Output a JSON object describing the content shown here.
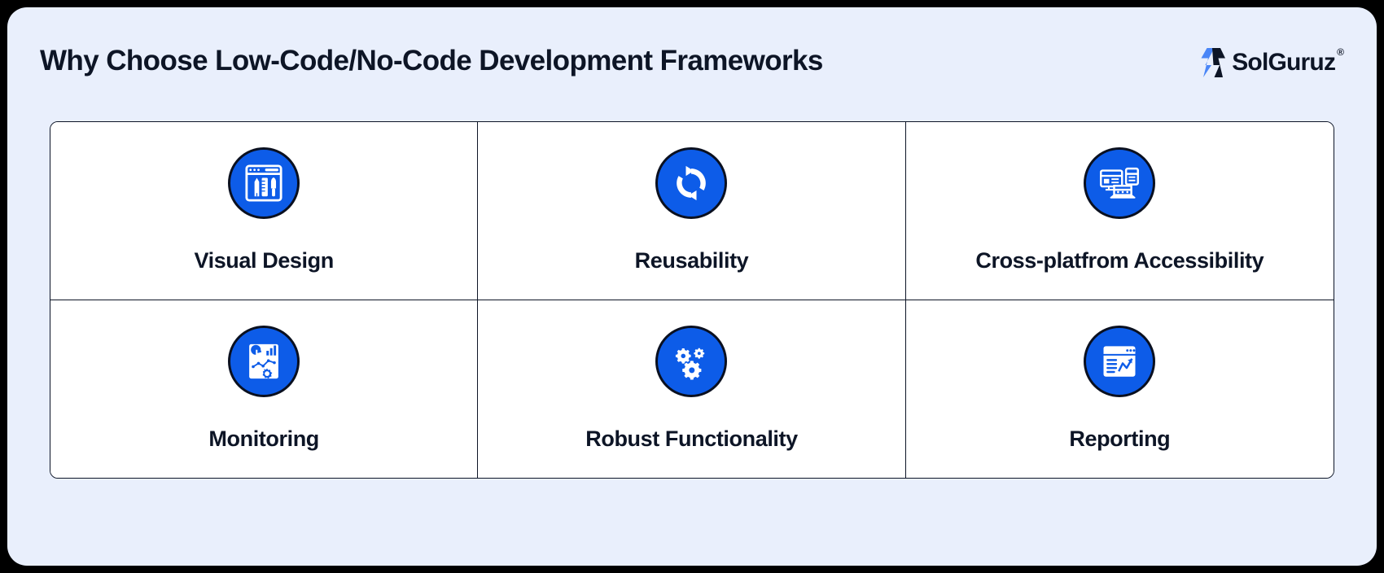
{
  "header": {
    "title": "Why Choose Low-Code/No-Code Development Frameworks",
    "brand": {
      "name": "SolGuruz",
      "trademark": "®",
      "mark_color_primary": "#4a86f7",
      "mark_color_secondary": "#0d1526"
    }
  },
  "theme": {
    "page_background": "#000000",
    "panel_background": "#e9effc",
    "card_background": "#ffffff",
    "border_color": "#0d1526",
    "text_color": "#0d1526",
    "icon_badge_color": "#0d5ce8",
    "icon_glyph_color": "#ffffff"
  },
  "grid": {
    "columns": 3,
    "rows": 2,
    "cells": [
      {
        "label": "Visual Design",
        "icon": "design-tools-icon"
      },
      {
        "label": "Reusability",
        "icon": "refresh-cycle-icon"
      },
      {
        "label": "Cross-platfrom Accessibility",
        "icon": "multi-device-icon"
      },
      {
        "label": "Monitoring",
        "icon": "analytics-dashboard-icon"
      },
      {
        "label": "Robust Functionality",
        "icon": "gears-icon"
      },
      {
        "label": "Reporting",
        "icon": "report-window-icon"
      }
    ]
  }
}
